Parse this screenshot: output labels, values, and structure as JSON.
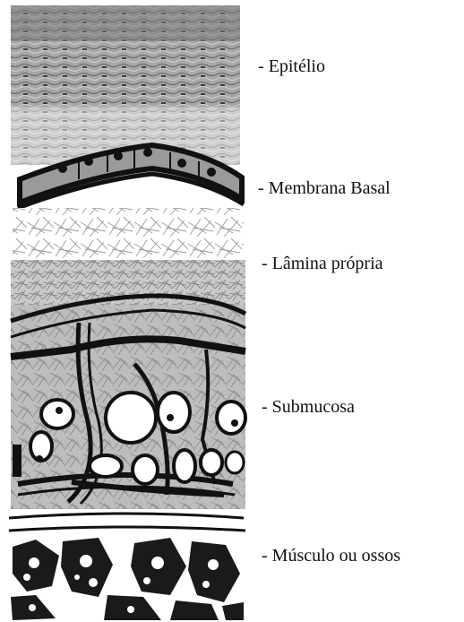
{
  "labels": {
    "epitelio": "- Epitélio",
    "membrana_basal": "- Membrana Basal",
    "lamina_propria": "- Lâmina própria",
    "submucosa": "- Submucosa",
    "musculo_ossos": "- Músculo ou ossos"
  },
  "colors": {
    "ink": "#111111",
    "tissue_gray": "#9a9a9a",
    "light_gray": "#cfcfcf",
    "background": "#ffffff"
  }
}
